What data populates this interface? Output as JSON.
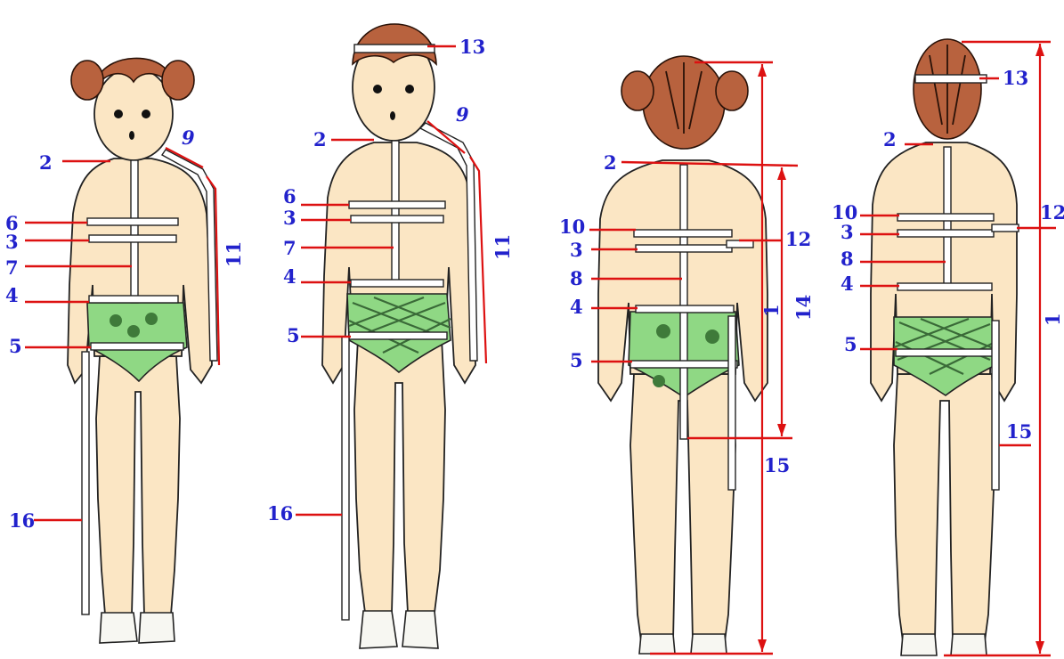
{
  "diagram": {
    "figures": [
      {
        "view": "front-girl",
        "labels": [
          {
            "text": "2",
            "target": "neck"
          },
          {
            "text": "6",
            "target": "chest-upper"
          },
          {
            "text": "3",
            "target": "chest"
          },
          {
            "text": "7",
            "target": "front-length"
          },
          {
            "text": "4",
            "target": "waist"
          },
          {
            "text": "5",
            "target": "hips"
          },
          {
            "text": "16",
            "target": "leg-length"
          },
          {
            "text": "9",
            "target": "shoulder",
            "italic": true
          },
          {
            "text": "11",
            "target": "arm-length"
          }
        ]
      },
      {
        "view": "front-boy",
        "labels": [
          {
            "text": "13",
            "target": "head"
          },
          {
            "text": "2",
            "target": "neck"
          },
          {
            "text": "9",
            "target": "shoulder",
            "italic": true
          },
          {
            "text": "6",
            "target": "chest-upper"
          },
          {
            "text": "3",
            "target": "chest"
          },
          {
            "text": "7",
            "target": "front-length"
          },
          {
            "text": "4",
            "target": "waist"
          },
          {
            "text": "5",
            "target": "hips"
          },
          {
            "text": "11",
            "target": "arm-length"
          },
          {
            "text": "16",
            "target": "leg-length"
          }
        ]
      },
      {
        "view": "back-girl",
        "labels": [
          {
            "text": "2",
            "target": "neck"
          },
          {
            "text": "10",
            "target": "back-width"
          },
          {
            "text": "3",
            "target": "chest"
          },
          {
            "text": "8",
            "target": "back-length"
          },
          {
            "text": "4",
            "target": "waist"
          },
          {
            "text": "5",
            "target": "hips"
          },
          {
            "text": "12",
            "target": "upper-arm"
          },
          {
            "text": "1",
            "target": "height"
          },
          {
            "text": "14",
            "target": "neck-to-knee"
          },
          {
            "text": "15",
            "target": "knee-to-floor"
          }
        ]
      },
      {
        "view": "back-boy",
        "labels": [
          {
            "text": "13",
            "target": "head"
          },
          {
            "text": "2",
            "target": "neck"
          },
          {
            "text": "10",
            "target": "back-width"
          },
          {
            "text": "3",
            "target": "chest"
          },
          {
            "text": "8",
            "target": "back-length"
          },
          {
            "text": "4",
            "target": "waist"
          },
          {
            "text": "5",
            "target": "hips"
          },
          {
            "text": "12",
            "target": "upper-arm"
          },
          {
            "text": "15",
            "target": "knee-to-floor"
          },
          {
            "text": "1",
            "target": "height"
          }
        ]
      }
    ],
    "colors": {
      "label": "#2222cc",
      "leader": "#dd1111",
      "skin": "#fbe6c4",
      "hair": "#b8623e",
      "pants": "#8fd884"
    }
  }
}
